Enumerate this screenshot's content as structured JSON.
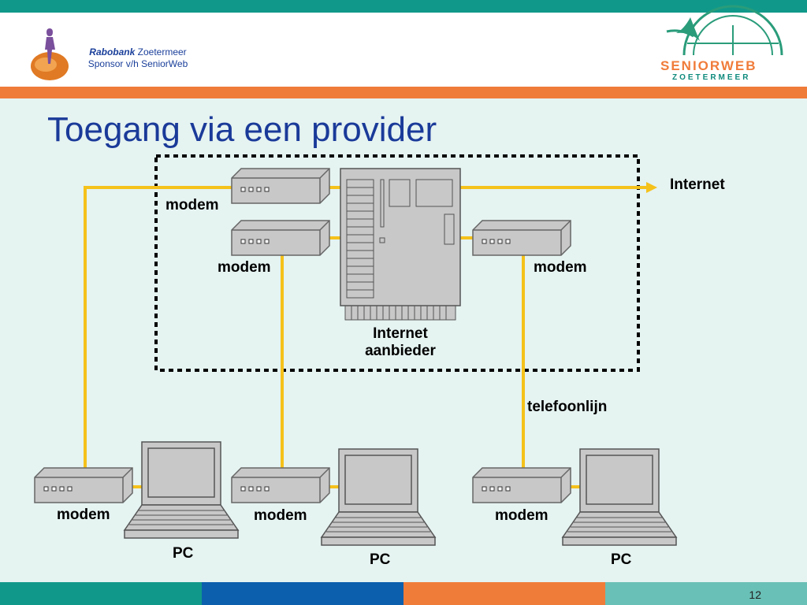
{
  "slide": {
    "title": "Toegang via een provider",
    "page_number": "12"
  },
  "header": {
    "sponsor_brand": "Rabobank",
    "sponsor_city": "Zoetermeer",
    "sponsor_line2": "Sponsor v/h SeniorWeb",
    "logo_word": "SENIORWEB",
    "logo_city": "ZOETERMEER"
  },
  "diagram": {
    "internet_label": "Internet",
    "provider_label_line1": "Internet",
    "provider_label_line2": "aanbieder",
    "phone_line_label": "telefoonlijn",
    "modem_label": "modem",
    "pc_label": "PC",
    "colors": {
      "connection": "#f5c21b",
      "device": "#c8c8c8",
      "frame": "#000000"
    }
  },
  "footer": {
    "colors": [
      "#10998a",
      "#0b5fad",
      "#f07c3a",
      "#69c0b6"
    ]
  }
}
